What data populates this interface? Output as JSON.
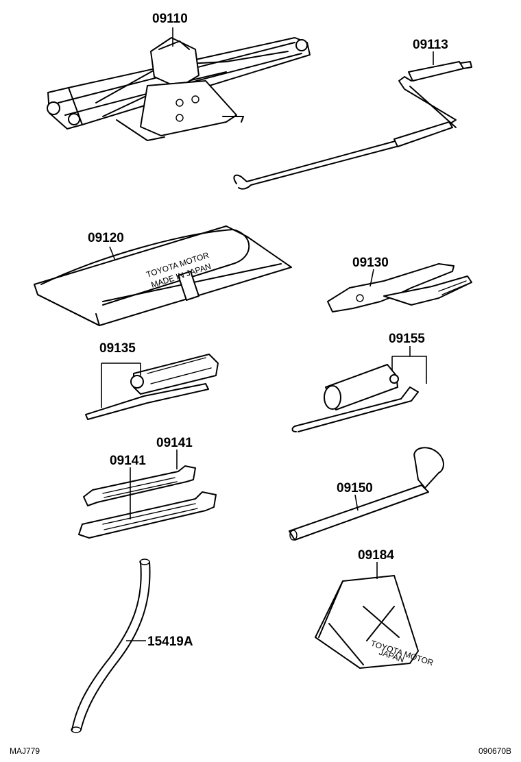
{
  "parts": {
    "jack": "09110",
    "jack_handle": "09113",
    "tool_bag": "09120",
    "pliers": "09130",
    "screwdriver": "09135",
    "plug_wrench": "09155",
    "wrench_small": "09141",
    "wrench_large": "09141",
    "wheel_nut_wrench": "09150",
    "wheel_chock": "09184",
    "hose": "15419A"
  },
  "imprints": {
    "bag_line1": "TOYOTA MOTOR",
    "bag_line2": "MADE IN JAPAN",
    "chock_line1": "TOYOTA MOTOR",
    "chock_line2": "JAPAN"
  },
  "footer": {
    "left_code": "MAJ779",
    "right_code": "090670B"
  }
}
